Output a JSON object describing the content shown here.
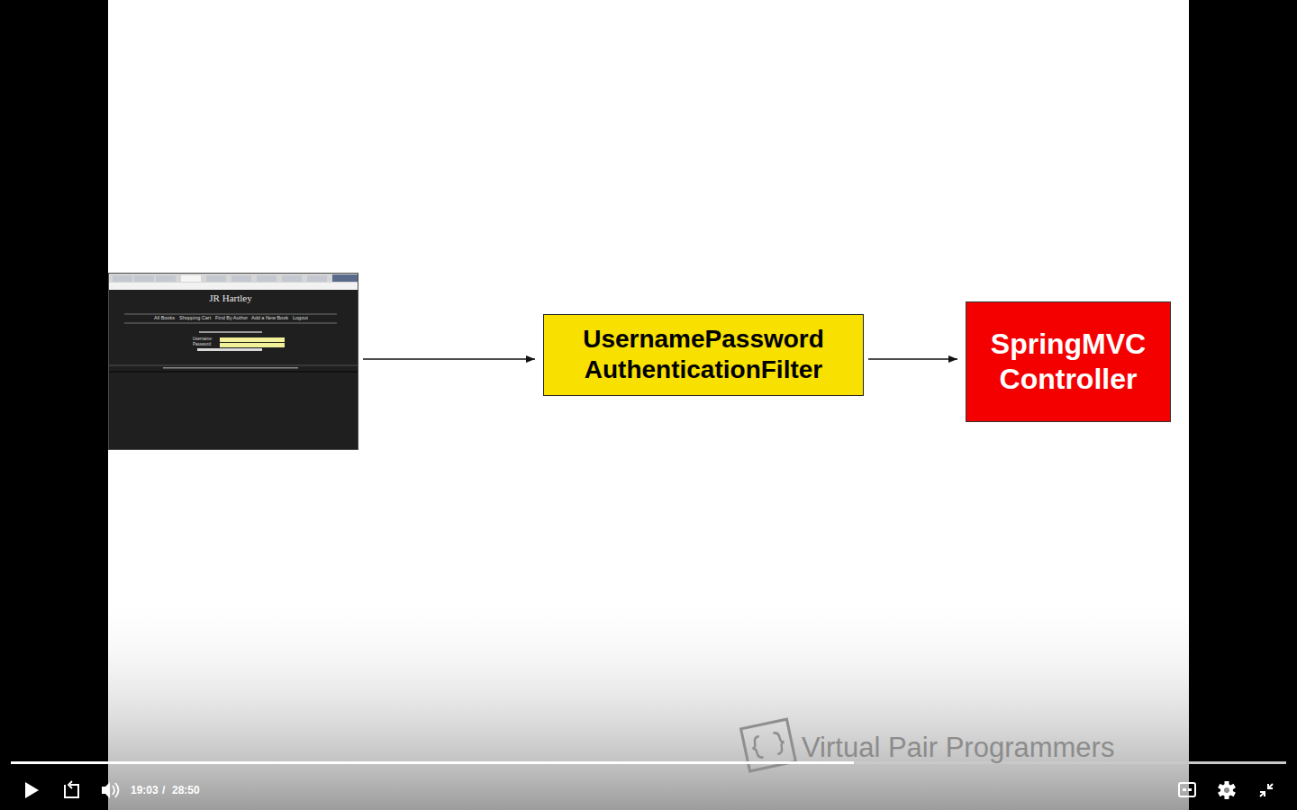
{
  "diagram": {
    "nodes": [
      {
        "text": [
          "JR Hartley",
          "All Books",
          "Shopping Cart",
          "Find By Author",
          "Add a New Book",
          "Logout",
          "Username:",
          "Password:"
        ]
      },
      {
        "text": [
          "UsernamePassword AuthenticationFilter"
        ]
      },
      {
        "text": [
          "SpringMVC Controller"
        ]
      }
    ],
    "edges": [
      {
        "from": 0,
        "to": 1,
        "arrow": "to"
      },
      {
        "from": 1,
        "to": 2,
        "arrow": "to"
      }
    ],
    "labels": [
      "Virtual Pair Programmers",
      "19:03",
      "/",
      "28:50"
    ]
  }
}
